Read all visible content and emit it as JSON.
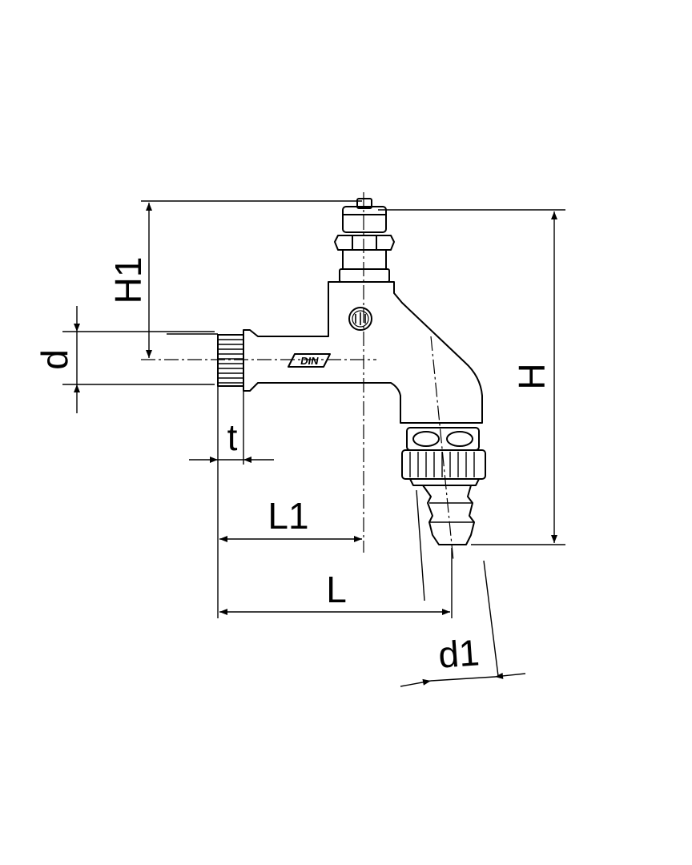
{
  "drawing": {
    "labels": {
      "H1": "H1",
      "d": "d",
      "t": "t",
      "L1": "L1",
      "L": "L",
      "H": "H",
      "d1": "d1"
    },
    "stamp": "DIN"
  }
}
